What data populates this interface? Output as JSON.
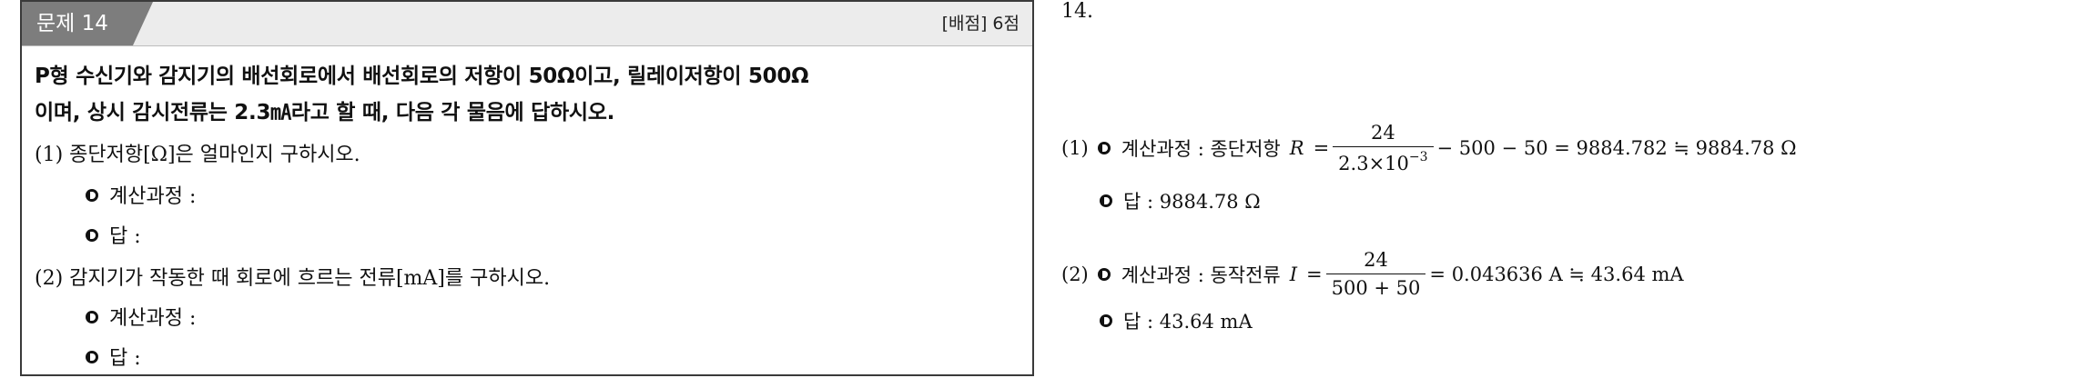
{
  "question": {
    "number_label": "문제 14",
    "score_label": "[배점] 6점",
    "stem_line1": "P형 수신기와 감지기의 배선회로에서 배선회로의 저항이 50Ω이고, 릴레이저항이 500Ω",
    "stem_line2": "이며, 상시 감시전류는 2.3㎃라고 할 때, 다음 각 물음에 답하시오.",
    "part1": {
      "prompt": "(1) 종단저항[Ω]은 얼마인지 구하시오.",
      "calc_label": "계산과정 :",
      "answer_label": "답 :"
    },
    "part2": {
      "prompt": "(2) 감지기가 작동한 때 회로에 흐르는 전류[mA]를 구하시오.",
      "calc_label": "계산과정 :",
      "answer_label": "답 :"
    }
  },
  "solution": {
    "number": "14.",
    "part1": {
      "index": "(1)",
      "calc_prefix": "계산과정 : 종단저항",
      "var": "R",
      "eq": "=",
      "frac_num": "24",
      "frac_den_base": "2.3×10",
      "frac_den_exp": "−3",
      "rest": "− 500 − 50 = 9884.782 ≒ 9884.78 Ω",
      "answer": "답 : 9884.78 Ω"
    },
    "part2": {
      "index": "(2)",
      "calc_prefix": "계산과정 : 동작전류",
      "var": "I",
      "eq": "=",
      "frac_num": "24",
      "frac_den": "500 + 50",
      "rest": "= 0.043636 A ≒ 43.64 mA",
      "answer": "답 : 43.64 mA"
    }
  },
  "icons": {
    "bullet": "half-circle-bullet-icon"
  }
}
